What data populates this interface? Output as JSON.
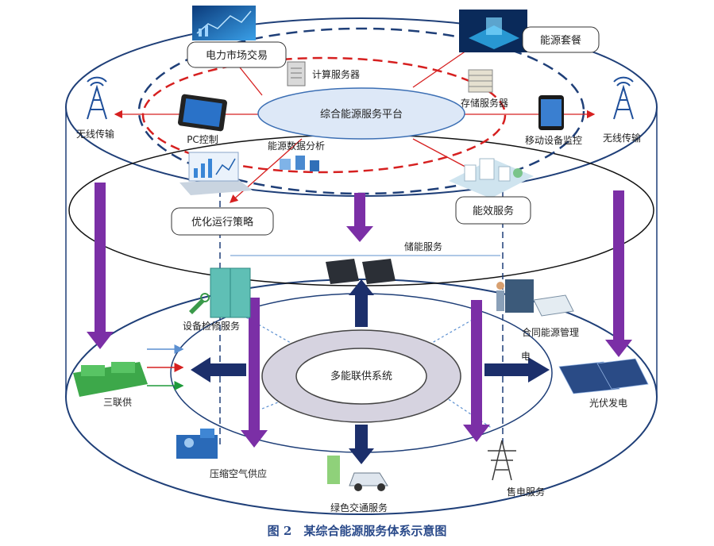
{
  "caption": "图 2　某综合能源服务体系示意图",
  "platform": "综合能源服务平台",
  "core_system": "多能联供系统",
  "labels": {
    "power_market": "电力市场交易",
    "energy_package": "能源套餐",
    "compute_server": "计算服务器",
    "storage_server": "存储服务器",
    "pc_control": "PC控制",
    "data_analysis": "能源数据分析",
    "mobile_monitor": "移动设备监控",
    "wireless_left": "无线传输",
    "wireless_right": "无线传输",
    "optimize_strategy": "优化运行策略",
    "efficiency_service": "能效服务",
    "storage_service": "储能服务",
    "maintenance": "设备检修服务",
    "contract_energy": "合同能源管理",
    "trigeneration": "三联供",
    "pv": "光伏发电",
    "electricity": "电",
    "compressed_air": "压缩空气供应",
    "green_transport": "绿色交通服务",
    "power_sales": "售电服务"
  },
  "colors": {
    "platform_fill": "#dde8f7",
    "platform_stroke": "#3c6fb4",
    "purple_arrow": "#7b2fa6",
    "navy_arrow": "#1c2f6b",
    "red_line": "#d62020",
    "dash_blue": "#1f3f78",
    "ring_fill": "#d6d3e0"
  },
  "icons": [
    "chart-screen-icon",
    "server-tower-icon",
    "server-rack-icon",
    "building-grid-icon",
    "tablet-icon",
    "ipad-icon",
    "radio-tower-icon",
    "dashboard-laptop-icon",
    "city-blocks-icon",
    "battery-icon",
    "cabinet-icon",
    "wrench-icon",
    "worker-server-icon",
    "generator-icon",
    "solar-panel-icon",
    "compressor-icon",
    "ev-car-icon",
    "transmission-tower-icon"
  ]
}
